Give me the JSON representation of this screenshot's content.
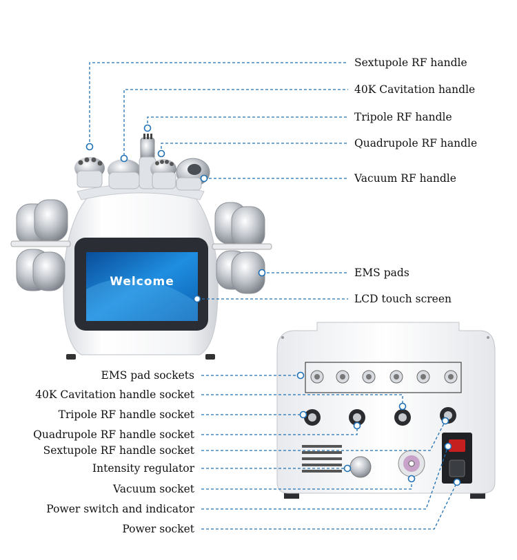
{
  "colors": {
    "leader": "#1f6fb5",
    "machine_body": "#f4f5f7",
    "screen_bg": "#1a7fd0",
    "screen_text": "#ffffff",
    "metal": "#c9ccd1"
  },
  "screen_text": "Welcome",
  "labels_right": [
    {
      "text": "Sextupole RF handle"
    },
    {
      "text": "40K Cavitation handle"
    },
    {
      "text": "Tripole RF handle"
    },
    {
      "text": "Quadrupole RF handle"
    },
    {
      "text": "Vacuum RF handle"
    },
    {
      "text": "EMS pads"
    },
    {
      "text": "LCD touch screen"
    }
  ],
  "labels_left": [
    {
      "text": "EMS pad sockets"
    },
    {
      "text": "40K Cavitation handle socket"
    },
    {
      "text": "Tripole RF handle socket"
    },
    {
      "text": "Quadrupole RF handle socket"
    },
    {
      "text": "Sextupole RF handle socket"
    },
    {
      "text": "Intensity regulator"
    },
    {
      "text": "Vacuum socket"
    },
    {
      "text": "Power switch and indicator"
    },
    {
      "text": "Power socket"
    }
  ]
}
